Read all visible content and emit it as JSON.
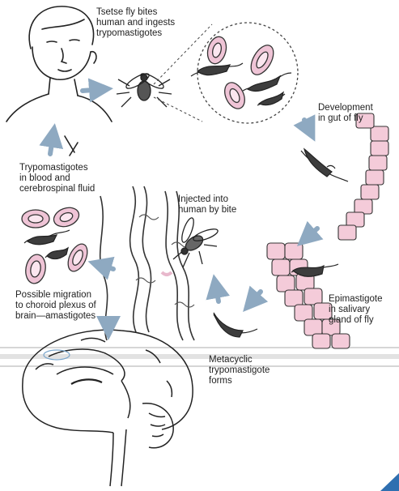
{
  "labels": {
    "tsetse_bite": "Tsetse fly bites\nhuman and ingests\ntrypomastigotes",
    "development_gut": "Development\nin gut of fly",
    "trypo_blood": "Trypomastigotes\nin blood and\ncerebrospinal fluid",
    "injected_bite": "Injected into\nhuman by bite",
    "epimastigote": "Epimastigote\nin salivary\ngland of fly",
    "migration": "Possible migration\nto choroid plexus of\nbrain—amastigotes",
    "metacyclic": "Metacyclic\ntrypomastigote\nforms"
  },
  "colors": {
    "ink": "#222222",
    "rbc_fill": "#efc4d6",
    "rbc_inner": "#fbe6ef",
    "parasite_fill": "#3d3d3d",
    "gut_cell_fill": "#f4cbd9",
    "arrow": "#8ea9c1",
    "band": "#c9c9c9",
    "accent_blue": "#2f6fb0"
  },
  "icons": [
    "human-head-icon",
    "tsetse-fly-icon",
    "red-blood-cell-icon",
    "trypanosome-icon",
    "brain-icon",
    "gut-epithelium-icon"
  ]
}
